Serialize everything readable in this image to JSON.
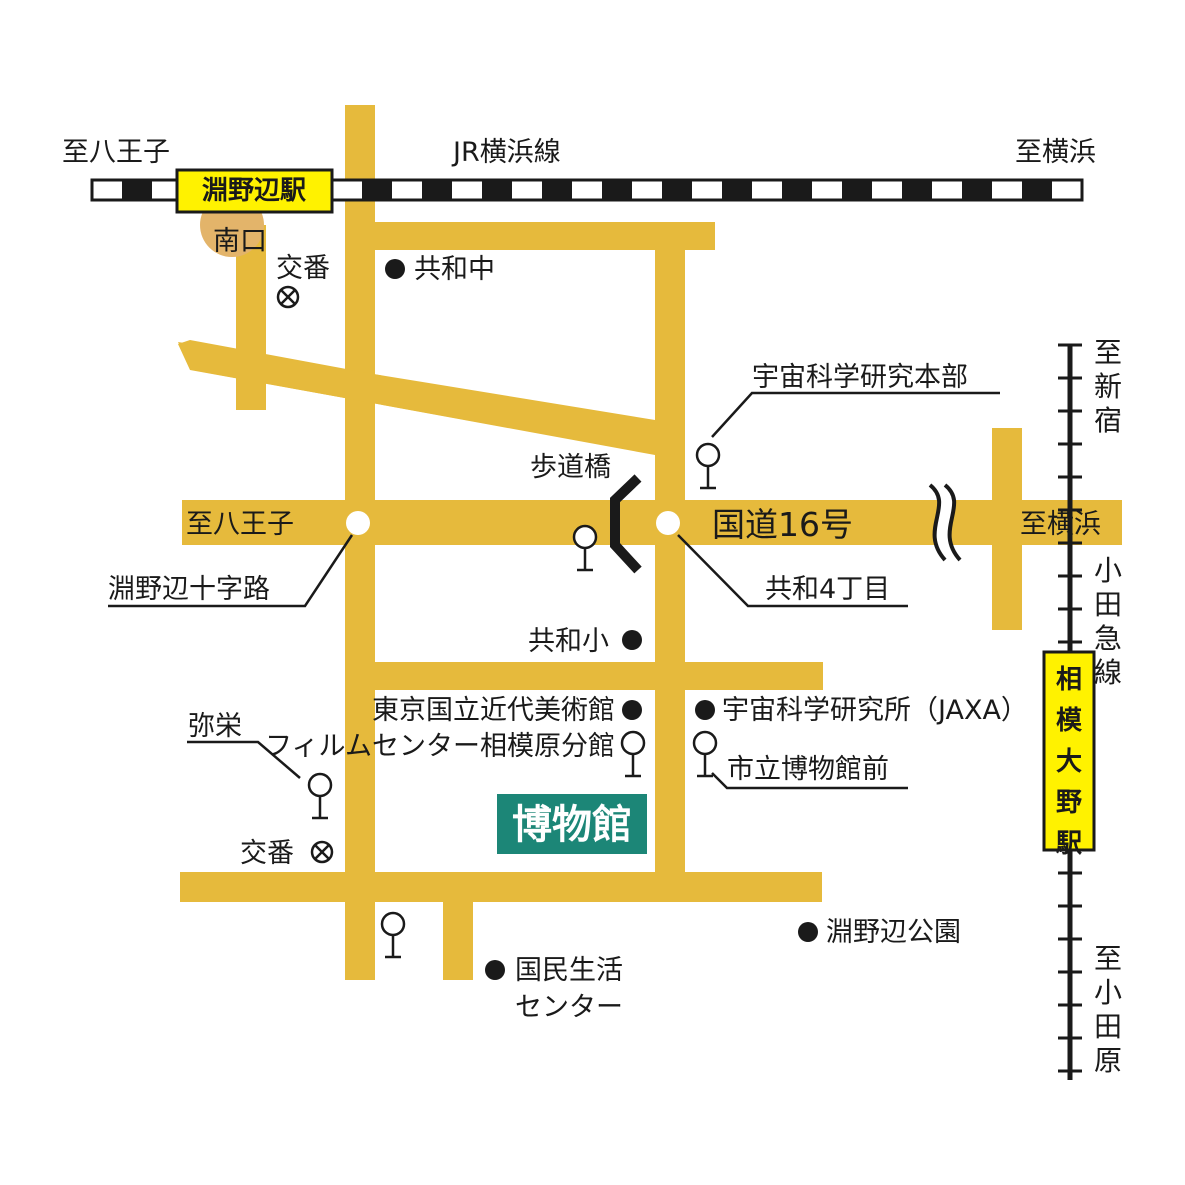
{
  "colors": {
    "road": "#E6BA3C",
    "rail_dark": "#1a1a1a",
    "station_bg": "#FFF200",
    "museum_bg": "#1C8677",
    "south_exit": "#E3B46A",
    "text": "#1a1a1a"
  },
  "rail": {
    "jr_line_name": "JR横浜線",
    "jr_to_west": "至八王子",
    "jr_to_east": "至横浜",
    "fuchinobe_station": "淵野辺駅",
    "south_exit": "南口",
    "odakyu_line_name": "小田急線",
    "odakyu_to_north": "至新宿",
    "odakyu_to_south": "至小田原",
    "sagami_ono_station": "相模大野駅"
  },
  "roads": {
    "route16_name": "国道16号",
    "route16_to_west": "至八王子",
    "route16_to_east": "至横浜",
    "footbridge": "歩道橋"
  },
  "intersections": {
    "fuchinobe_juujiro": "淵野辺十字路",
    "kyowa_4chome": "共和4丁目"
  },
  "landmarks": {
    "police_box_north": "交番",
    "police_box_south": "交番",
    "kyowa_jhs": "共和中",
    "kyowa_elem": "共和小",
    "jaxa_hq": "宇宙科学研究本部",
    "national_film_line1": "東京国立近代美術館",
    "national_film_line2": "フィルムセンター相模原分館",
    "jaxa": "宇宙科学研究所（JAXA）",
    "bus_stop_museum": "市立博物館前",
    "bus_stop_yasaka": "弥栄",
    "fuchinobe_park": "淵野辺公園",
    "community_center_line1": "国民生活",
    "community_center_line2": "センター"
  },
  "museum": {
    "label": "博物館"
  }
}
